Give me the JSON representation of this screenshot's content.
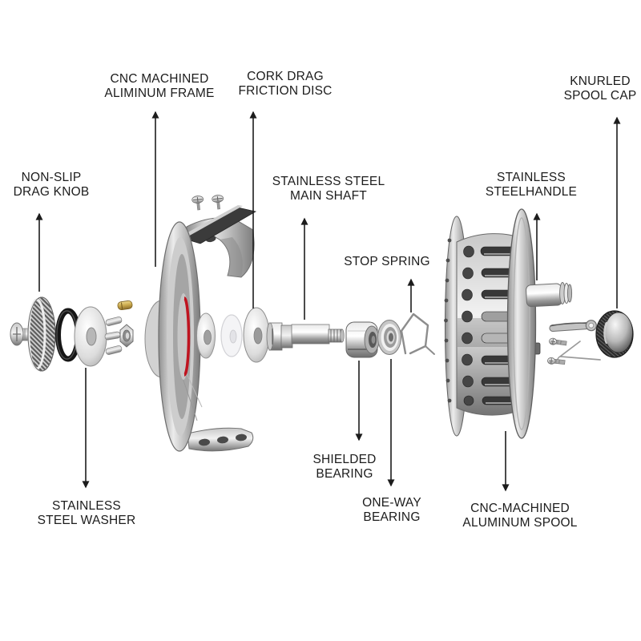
{
  "diagram": {
    "type": "exploded-parts-diagram",
    "subject": "fly fishing reel",
    "labels": {
      "frame": {
        "line1": "CNC MACHINED",
        "line2": "ALIMINUM FRAME"
      },
      "cork": {
        "line1": "CORK DRAG",
        "line2": "FRICTION DISC"
      },
      "spool_cap": {
        "line1": "KNURLED",
        "line2": "SPOOL CAP"
      },
      "drag_knob": {
        "line1": "NON-SLIP",
        "line2": "DRAG KNOB"
      },
      "main_shaft": {
        "line1": "STAINLESS STEEL",
        "line2": "MAIN SHAFT"
      },
      "handle": {
        "line1": "STAINLESS",
        "line2": "STEELHANDLE"
      },
      "stop_spring": {
        "line1": "STOP SPRING"
      },
      "washer": {
        "line1": "STAINLESS",
        "line2": "STEEL WASHER"
      },
      "shielded": {
        "line1": "SHIELDED",
        "line2": "BEARING"
      },
      "one_way": {
        "line1": "ONE-WAY",
        "line2": "BEARING"
      },
      "spool": {
        "line1": "CNC-MACHINED",
        "line2": "ALUMINUM SPOOL"
      }
    },
    "colors": {
      "background": "#ffffff",
      "label_text": "#1c1c1c",
      "arrow": "#1c1c1c",
      "accent_red": "#bf1420",
      "gold_pin": "#c9a84c",
      "metal_light": "#eeeeee",
      "metal_mid": "#a8a8a8",
      "metal_dark": "#4a4a4a",
      "cap_rim": "#262626"
    }
  }
}
